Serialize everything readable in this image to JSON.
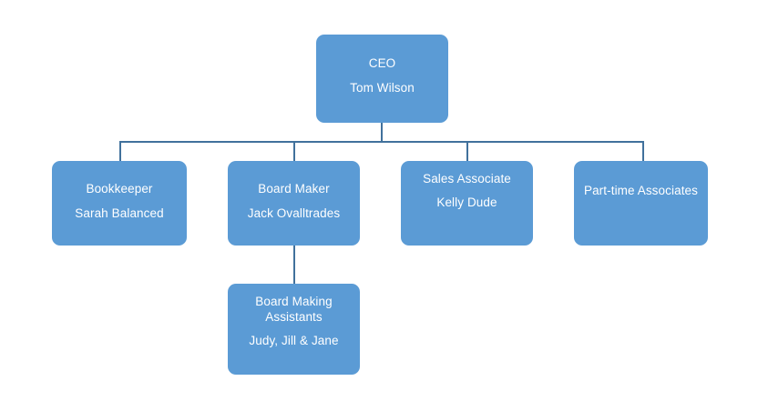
{
  "diagram": {
    "type": "organization-chart",
    "colors": {
      "node_fill": "#5B9BD5",
      "node_text": "#FFFFFF",
      "connector": "#41719C",
      "background": "#FFFFFF"
    },
    "nodes": [
      {
        "id": "ceo",
        "title": "CEO",
        "name": "Tom Wilson",
        "level": 0
      },
      {
        "id": "bookkeeper",
        "title": "Bookkeeper",
        "name": "Sarah Balanced",
        "level": 1
      },
      {
        "id": "board-maker",
        "title": "Board Maker",
        "name": "Jack Ovalltrades",
        "level": 1
      },
      {
        "id": "sales-associate",
        "title": "Sales Associate",
        "name": "Kelly Dude",
        "level": 1
      },
      {
        "id": "part-time-associates",
        "title": "Part-time Associates",
        "name": "",
        "level": 1
      },
      {
        "id": "board-making-assistants",
        "title_line1": "Board Making",
        "title_line2": "Assistants",
        "name": "Judy, Jill & Jane",
        "level": 2
      }
    ],
    "edges": [
      {
        "from": "ceo",
        "to": "bookkeeper"
      },
      {
        "from": "ceo",
        "to": "board-maker"
      },
      {
        "from": "ceo",
        "to": "sales-associate"
      },
      {
        "from": "ceo",
        "to": "part-time-associates"
      },
      {
        "from": "board-maker",
        "to": "board-making-assistants"
      }
    ]
  }
}
